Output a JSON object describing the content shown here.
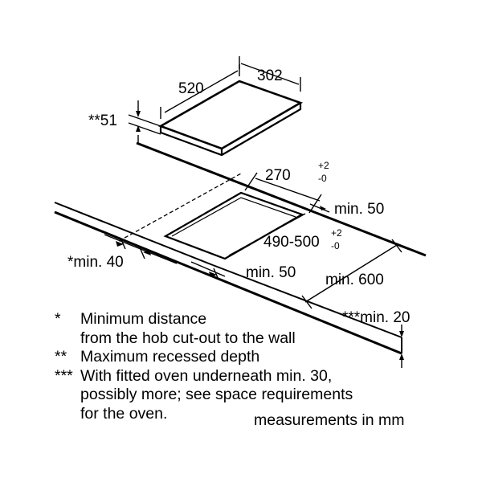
{
  "dimensions": {
    "hob_depth": "520",
    "hob_width": "302",
    "recessed_depth": "**51",
    "cutout_depth_base": "270",
    "cutout_depth_tol_plus": "+2",
    "cutout_depth_tol_minus": "-0",
    "min_back": "min. 50",
    "cutout_width_base": "490-500",
    "cutout_width_tol_plus": "+2",
    "cutout_width_tol_minus": "-0",
    "min_wall": "*min. 40",
    "min_front": "min. 50",
    "min_worktop_depth": "min. 600",
    "min_worktop_thickness": "***min. 20"
  },
  "notes": [
    {
      "mark": "*",
      "lines": [
        "Minimum distance",
        "from the hob cut-out to the wall"
      ]
    },
    {
      "mark": "**",
      "lines": [
        "Maximum recessed depth"
      ]
    },
    {
      "mark": "***",
      "lines": [
        "With fitted oven underneath min. 30,",
        "possibly more; see space requirements",
        "for the oven."
      ]
    }
  ],
  "units_note": "measurements in mm"
}
